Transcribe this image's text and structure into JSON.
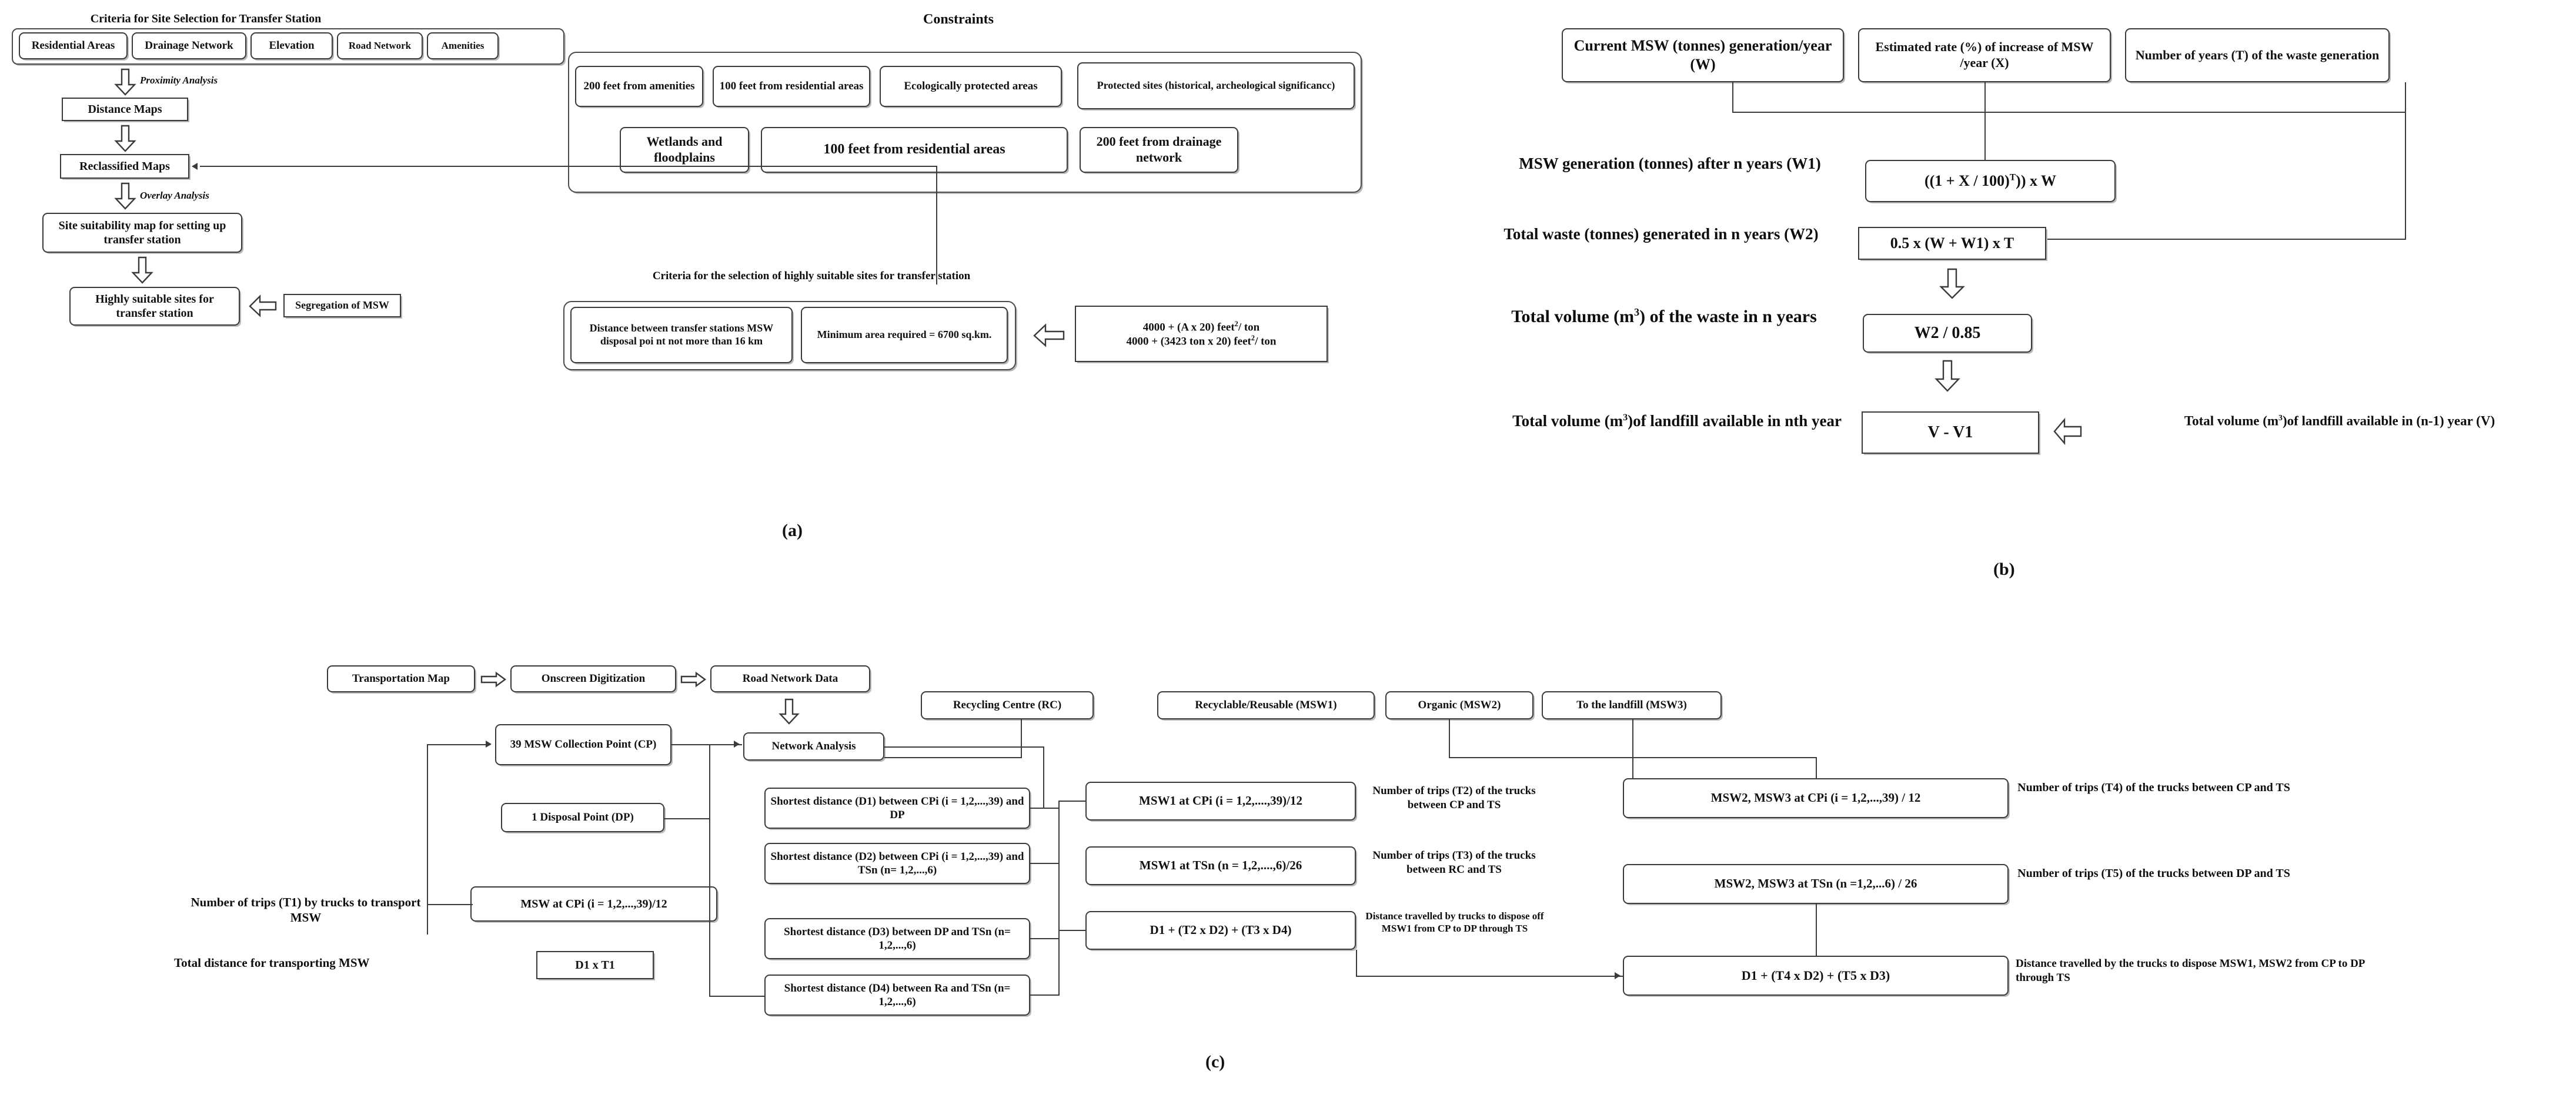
{
  "panels": {
    "a": {
      "id": "(a)",
      "criteria_title": "Criteria for Site Selection for Transfer Station",
      "criteria_items": [
        "Residential Areas",
        "Drainage Network",
        "Elevation",
        "Road Network",
        "Amenities"
      ],
      "constraints_title": "Constraints",
      "constraints_row1": [
        "200 feet from amenities",
        "100 feet from residential areas",
        "Ecologically protected areas",
        "Protected sites (historical, archeological significancc)"
      ],
      "constraints_row2": [
        "Wetlands and floodplains",
        "100 feet from residential areas",
        "200 feet from drainage network"
      ],
      "proximity_analysis": "Proximity Analysis",
      "overlay_analysis": "Overlay Analysis",
      "distance_maps": "Distance Maps",
      "reclassified_maps": "Reclassified Maps",
      "site_suitability": "Site suitability map for setting up transfer station",
      "highly_suitable": "Highly suitable sites for transfer station",
      "segregation": "Segregation of MSW",
      "selection_criteria_title": "Criteria for the selection of  highly suitable sites for transfer station",
      "distance_between": "Distance between transfer stations MSW disposal poi nt not more than 16 km",
      "minimum_area": "Minimum area required = 6700 sq.km.",
      "area_formula_line1": "4000 + (A x 20) feet",
      "area_formula_line1_sup": "2",
      "area_formula_line1_end": "/ ton",
      "area_formula_line2": "4000 + (3423 ton x 20) feet",
      "area_formula_line2_sup": "2",
      "area_formula_line2_end": "/ ton"
    },
    "b": {
      "id": "(b)",
      "inputs": [
        "Current MSW (tonnes) generation/year (W)",
        "Estimated rate (%) of increase of MSW /year (X)",
        "Number of years (T) of the waste generation"
      ],
      "rows": [
        {
          "label": "MSW generation (tonnes) after n years (W1)",
          "formula_pre": "((1 + X / 100)",
          "formula_sup": "T",
          "formula_post": ")) x W"
        },
        {
          "label": "Total waste (tonnes) generated in n years (W2)",
          "formula": "0.5 x (W + W1) x T"
        },
        {
          "label_pre": "Total volume (m",
          "label_sup": "3",
          "label_post": ") of the waste in n years",
          "formula": "W2 / 0.85"
        },
        {
          "label_pre": "Total volume (m",
          "label_sup": "3",
          "label_post": ")of landfill available in nth year",
          "formula": "V - V1",
          "side_pre": "Total volume (m",
          "side_sup": "3",
          "side_post": ")of landfill available in (n-1) year (V)"
        }
      ]
    },
    "c": {
      "id": "(c)",
      "transportation_map": "Transportation Map",
      "onscreen_digitization": "Onscreen Digitization",
      "road_network_data": "Road Network Data",
      "network_analysis": "Network Analysis",
      "collection_point": "39 MSW Collection Point (CP)",
      "disposal_point": "1 Disposal Point (DP)",
      "msw_at_cpi": "MSW at CPi (i = 1,2,...,39)/12",
      "d1_x_t1": "D1 x T1",
      "recycling_centre": "Recycling Centre (RC)",
      "recyclable_reusable": "Recyclable/Reusable (MSW1)",
      "organic": "Organic (MSW2)",
      "to_the_landfill": "To the landfill (MSW3)",
      "trips_t1_label": "Number of trips (T1) by trucks to transport MSW",
      "total_distance_label": "Total distance for transporting MSW",
      "shortest_distances": [
        "Shortest distance (D1) between CPi (i = 1,2,...,39) and DP",
        "Shortest distance (D2) between CPi (i = 1,2,...,39) and TSn (n= 1,2,...,6)",
        "Shortest distance (D3) between DP and TSn (n= 1,2,...,6)",
        "Shortest distance (D4) between Ra and TSn (n= 1,2,...,6)"
      ],
      "mid_column": [
        {
          "box": "MSW1 at CPi (i = 1,2,....,39)/12",
          "note": "Number of trips (T2) of the trucks between CP and TS"
        },
        {
          "box": "MSW1 at TSn (n = 1,2,....,6)/26",
          "note": "Number of trips (T3) of the trucks between RC and TS"
        },
        {
          "box": "D1 + (T2 x D2) + (T3 x D4)",
          "note": "Distance travelled by trucks to dispose off MSW1 from CP to DP through TS"
        }
      ],
      "right_column": [
        {
          "box": "MSW2, MSW3 at CPi (i = 1,2,...,39) / 12",
          "note": "Number of trips (T4) of the trucks between CP and TS"
        },
        {
          "box": "MSW2, MSW3 at TSn (n =1,2,...6) / 26",
          "note": "Number of trips (T5) of the trucks between DP and TS"
        },
        {
          "box": "D1 + (T4 x D2) + (T5 x D3)",
          "note": "Distance travelled by the trucks to dispose MSW1, MSW2 from CP to DP through TS"
        }
      ]
    }
  }
}
